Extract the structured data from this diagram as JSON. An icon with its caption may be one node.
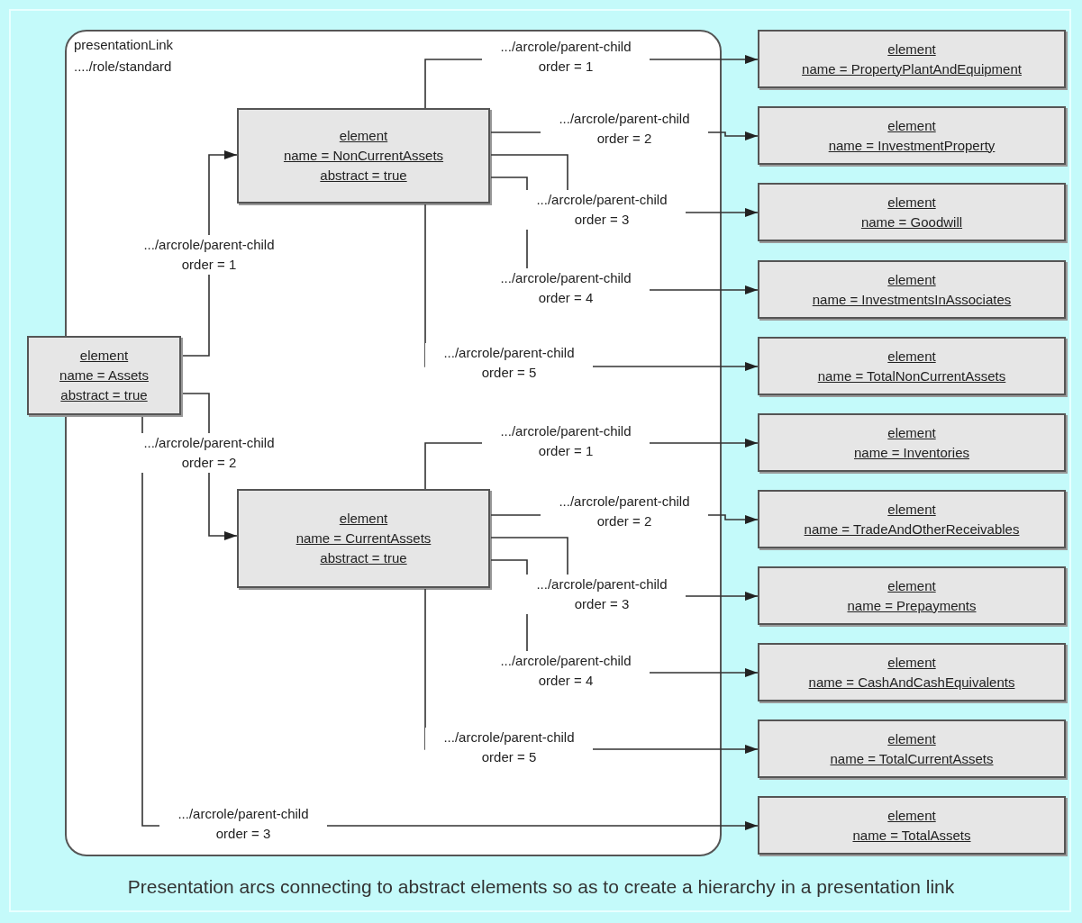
{
  "diagram": {
    "caption": "Presentation arcs connecting to abstract elements so as to create a hierarchy in a presentation link",
    "nodes": [
      {
        "text": [
          "presentationLink",
          "..../role/standard"
        ]
      },
      {
        "text": [
          "element",
          "name = Assets",
          "abstract = true"
        ]
      },
      {
        "text": [
          "element",
          "name = NonCurrentAssets",
          "abstract = true"
        ],
        "in": 0
      },
      {
        "text": [
          "element",
          "name = CurrentAssets",
          "abstract = true"
        ],
        "in": 0
      },
      {
        "text": [
          "element",
          "name = PropertyPlantAndEquipment"
        ]
      },
      {
        "text": [
          "element",
          "name = InvestmentProperty"
        ]
      },
      {
        "text": [
          "element",
          "name = Goodwill"
        ]
      },
      {
        "text": [
          "element",
          "name = InvestmentsInAssociates"
        ]
      },
      {
        "text": [
          "element",
          "name = TotalNonCurrentAssets"
        ]
      },
      {
        "text": [
          "element",
          "name = Inventories"
        ]
      },
      {
        "text": [
          "element",
          "name = TradeAndOtherReceivables"
        ]
      },
      {
        "text": [
          "element",
          "name = Prepayments"
        ]
      },
      {
        "text": [
          "element",
          "name = CashAndCashEquivalents"
        ]
      },
      {
        "text": [
          "element",
          "name = TotalCurrentAssets"
        ]
      },
      {
        "text": [
          "element",
          "name = TotalAssets"
        ]
      }
    ],
    "edges": [
      {
        "from": 1,
        "to": 2,
        "arrow": "to",
        "label": ".../arcrole/parent-child order = 1"
      },
      {
        "from": 1,
        "to": 3,
        "arrow": "to",
        "label": ".../arcrole/parent-child order = 2"
      },
      {
        "from": 1,
        "to": 14,
        "arrow": "to",
        "label": ".../arcrole/parent-child order = 3"
      },
      {
        "from": 2,
        "to": 4,
        "arrow": "to",
        "label": ".../arcrole/parent-child order = 1"
      },
      {
        "from": 2,
        "to": 5,
        "arrow": "to",
        "label": ".../arcrole/parent-child order = 2"
      },
      {
        "from": 2,
        "to": 6,
        "arrow": "to",
        "label": ".../arcrole/parent-child order = 3"
      },
      {
        "from": 2,
        "to": 7,
        "arrow": "to",
        "label": ".../arcrole/parent-child order = 4"
      },
      {
        "from": 2,
        "to": 8,
        "arrow": "to",
        "label": ".../arcrole/parent-child order = 5"
      },
      {
        "from": 3,
        "to": 9,
        "arrow": "to",
        "label": ".../arcrole/parent-child order = 1"
      },
      {
        "from": 3,
        "to": 10,
        "arrow": "to",
        "label": ".../arcrole/parent-child order = 2"
      },
      {
        "from": 3,
        "to": 11,
        "arrow": "to",
        "label": ".../arcrole/parent-child order = 3"
      },
      {
        "from": 3,
        "to": 12,
        "arrow": "to",
        "label": ".../arcrole/parent-child order = 4"
      },
      {
        "from": 3,
        "to": 13,
        "arrow": "to",
        "label": ".../arcrole/parent-child order = 5"
      }
    ]
  }
}
